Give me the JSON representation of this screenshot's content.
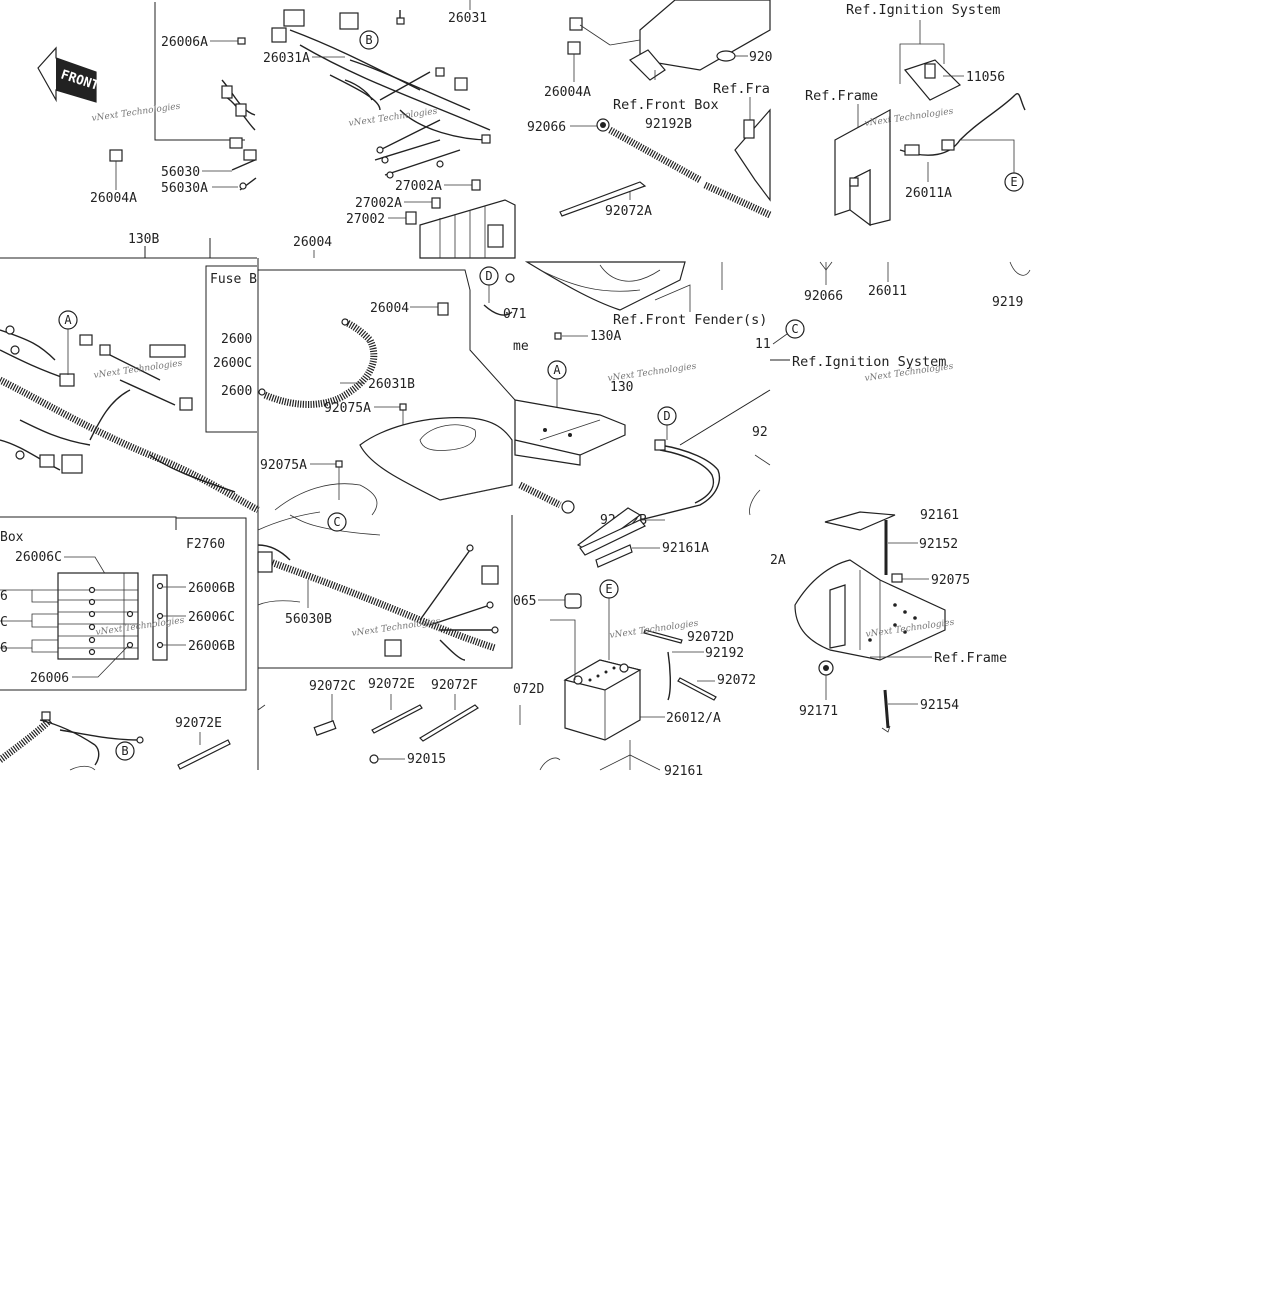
{
  "page": {
    "background": "#ffffff",
    "ink": "#222222"
  },
  "watermark": "vNext Technologies",
  "front_arrow": "FRONT",
  "figure_code": "F2760",
  "labels": {
    "p26006A": "26006A",
    "p26004A_l": "26004A",
    "p56030": "56030",
    "p56030A": "56030A",
    "p130B": "130B",
    "p26031": "26031",
    "p26031A": "26031A",
    "p27002A": "27002A",
    "p27002A2": "27002A",
    "p27002": "27002",
    "p26004_t": "26004",
    "p26004A_m": "26004A",
    "p92066_a": "92066",
    "p92192B": "92192B",
    "p92072A": "92072A",
    "p920_cut": "920",
    "p11056": "11056",
    "p26011A": "26011A",
    "p92066_b": "92066",
    "p26011": "26011",
    "p9219_cut": "9219",
    "fuse_box_cut": "Fuse B",
    "p2600_a": "2600",
    "p2600C_cut": "2600C",
    "p2600_b": "2600",
    "p26004_c": "26004",
    "p071": "071",
    "p26031B": "26031B",
    "p92075A_a": "92075A",
    "p92075A_b": "92075A",
    "p56030B": "56030B",
    "p130A": "130A",
    "p130": "130",
    "p92072B": "92072B",
    "p92161A": "92161A",
    "p065": "065",
    "p92072D": "92072D",
    "p92192": "92192",
    "p92072": "92072",
    "p26012A": "26012/A",
    "p072D": "072D",
    "p92161": "92161",
    "p92_cut": "92",
    "p11_cut": "11",
    "p92161_r": "92161",
    "p92152": "92152",
    "p92075": "92075",
    "p92171": "92171",
    "p92154": "92154",
    "p2A": "2A",
    "box_cut": "Box",
    "p26006C": "26006C",
    "p26006B_a": "26006B",
    "p26006C_b": "26006C",
    "p26006B_b": "26006B",
    "p26006": "26006",
    "p6_a": "6",
    "p_c": "C",
    "p6_b": "6",
    "p92072E_l": "92072E",
    "p92072C": "92072C",
    "p92072E_m": "92072E",
    "p92072F": "92072F",
    "p92015": "92015",
    "p_me": "me"
  },
  "refs": {
    "ignition_top": "Ref.Ignition System",
    "frame_top": "Ref.Frame",
    "front_box": "Ref.Front Box",
    "frame_cut": "Ref.Fra",
    "front_fender": "Ref.Front Fender(s)",
    "ignition_mid": "Ref.Ignition System",
    "frame_bottom": "Ref.Frame"
  },
  "circles": {
    "b_top": "B",
    "e_right": "E",
    "d_mid": "D",
    "c_right": "C",
    "a_left": "A",
    "a_mid": "A",
    "d_mid2": "D",
    "c_mid": "C",
    "e_batt": "E",
    "b_low": "B"
  }
}
